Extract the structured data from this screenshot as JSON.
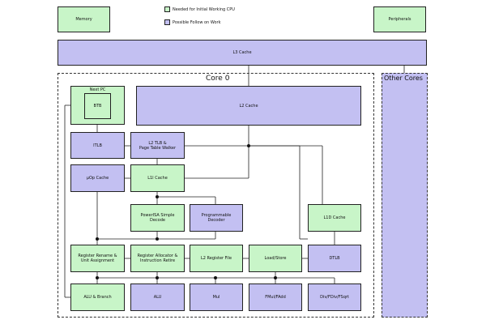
{
  "legend": {
    "needed_label": "Needed for Initial Working CPU",
    "future_label": "Possible Follow on Work",
    "needed_color": "#c8f5c8",
    "future_color": "#c3c0f2"
  },
  "top": {
    "memory": "Memory",
    "peripherals": "Peripherals",
    "l3_cache": "L3 Cache"
  },
  "core": {
    "title": "Core 0",
    "other_cores": "Other Cores",
    "next_pc": "Next PC",
    "btb": "BTB",
    "l2_cache": "L2 Cache",
    "itlb": "ITLB",
    "l2_tlb": "L2 TLB &\nPage Table Walker",
    "uop_cache": "µOp Cache",
    "l1i_cache": "L1I Cache",
    "powerisa_decode": "PowerISA Simple\nDecode",
    "programmable_decoder": "Programmable\nDecoder",
    "l1d_cache": "L1D Cache",
    "register_rename": "Register Rename &\nUnit Assignment",
    "register_allocator": "Register Allocator &\nInstruction Retire",
    "l2_register_file": "L2 Register File",
    "load_store": "Load/Store",
    "dtlb": "DTLB",
    "alu_branch": "ALU & Branch",
    "alu": "ALU",
    "mul": "Mul",
    "fmul_fadd": "FMul/FAdd",
    "div_fdiv_fsqrt": "Div/FDiv/FSqrt"
  }
}
